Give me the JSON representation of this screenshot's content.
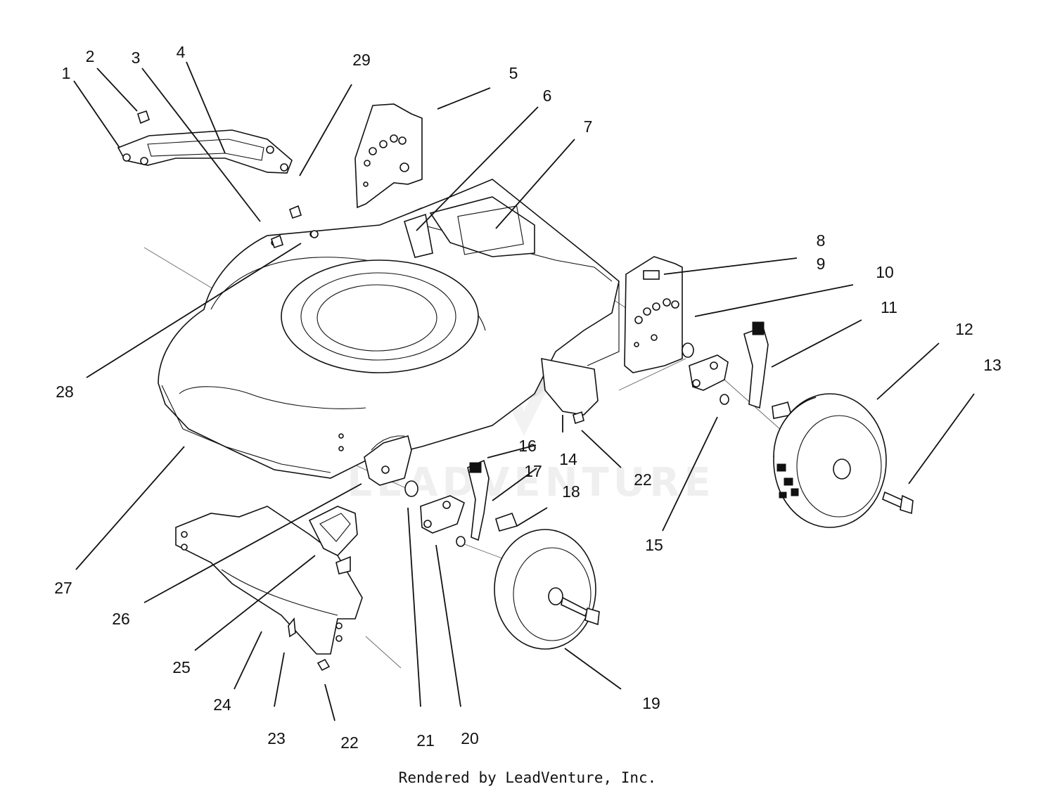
{
  "footer": {
    "credit": "Rendered by LeadVenture, Inc."
  },
  "watermark": {
    "text": "LEADVENTURE"
  },
  "callouts": [
    "1",
    "2",
    "3",
    "4",
    "29",
    "5",
    "6",
    "7",
    "8",
    "9",
    "10",
    "11",
    "12",
    "13",
    "28",
    "14",
    "22",
    "16",
    "17",
    "18",
    "15",
    "27",
    "26",
    "25",
    "24",
    "23",
    "22",
    "21",
    "20",
    "19"
  ]
}
